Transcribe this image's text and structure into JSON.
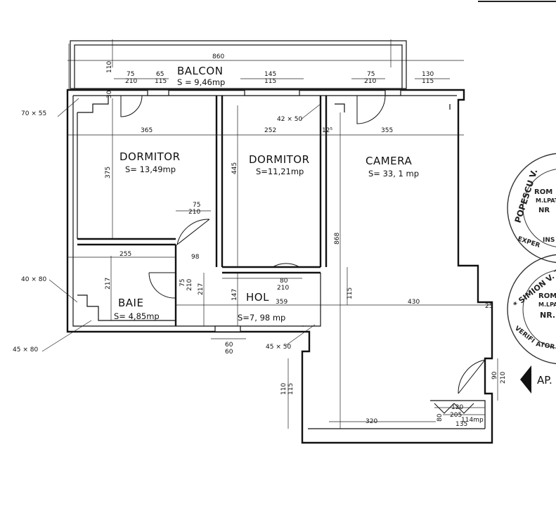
{
  "rooms": {
    "balcon": {
      "name": "BALCON",
      "area": "S = 9,46mp"
    },
    "dormitor1": {
      "name": "DORMITOR",
      "area": "S= 13,49mp"
    },
    "dormitor2": {
      "name": "DORMITOR",
      "area": "S=11,21mp"
    },
    "camera": {
      "name": "CAMERA",
      "area": "S= 33, 1 mp"
    },
    "baie": {
      "name": "BAIE",
      "area": "S= 4,85mp"
    },
    "hol": {
      "name": "HOL",
      "area": "S=7, 98 mp"
    }
  },
  "dimensions": {
    "d860": "860",
    "d110": "110",
    "d75a": "75",
    "d210a": "210",
    "d65": "65",
    "d115a": "115",
    "d145": "145",
    "d115b": "115",
    "d75b": "75",
    "d210b": "210",
    "d130": "130",
    "d115c": "115",
    "d30": "30",
    "d365": "365",
    "d252": "252",
    "d125": "12⁵",
    "d355": "355",
    "d375": "375",
    "d445": "445",
    "d868": "868",
    "d75c": "75",
    "d210c": "210",
    "d255": "255",
    "d98": "98",
    "d75d": "75",
    "d210d": "210",
    "d217a": "217",
    "d217b": "217",
    "d147": "147",
    "d80a": "80",
    "d210e": "210",
    "d359": "359",
    "d115d": "115",
    "d430": "430",
    "d25": "25",
    "d60a": "60",
    "d60b": "60",
    "d90": "90",
    "d210f": "210",
    "d110b": "110",
    "d115e": "115",
    "d320": "320",
    "d120": "120",
    "d205": "205",
    "d114": "114mp",
    "d80b": "80",
    "d135": "135"
  },
  "windows": {
    "w1": "70 × 55",
    "w2": "42 × 50",
    "w3": "40 × 80",
    "w4": "45 × 80",
    "w5": "45 × 50"
  },
  "stamps": {
    "stamp1_line1": "POPESCU V.",
    "stamp1_line2": "ROM",
    "stamp1_line3": "M.LPAT",
    "stamp1_line4": "NR",
    "stamp1_line5": "EXPER",
    "stamp1_line6": "INS",
    "stamp2_line1": "* SIMION V. Z",
    "stamp2_line2": "ROM",
    "stamp2_line3": "M.LPAT",
    "stamp2_line4": "NR.",
    "stamp2_line5": "VERIFI",
    "stamp2_line6": "ATOR"
  },
  "entrance_label": "AP."
}
